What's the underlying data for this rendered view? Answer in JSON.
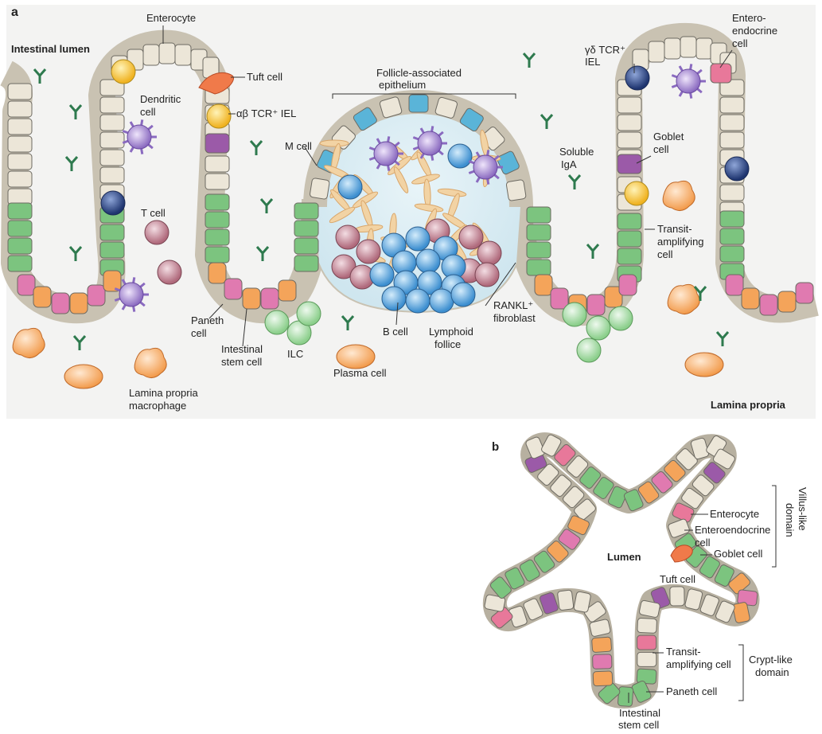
{
  "panel_a": {
    "letter": "a",
    "regions": {
      "lumen": "Intestinal lumen",
      "lamina": "Lamina propria"
    },
    "labels": {
      "enterocyte": "Enterocyte",
      "tuft": "Tuft cell",
      "dendritic": [
        "Dendritic",
        "cell"
      ],
      "ab_iel": "αβ TCR⁺ IEL",
      "t_cell": "T cell",
      "m_cell": "M cell",
      "fae": [
        "Follicle-associated",
        "epithelium"
      ],
      "soluble_iga": [
        "Soluble",
        "IgA"
      ],
      "gd_iel": [
        "γδ TCR⁺",
        "IEL"
      ],
      "enteroendocrine": [
        "Entero-",
        "endocrine",
        "cell"
      ],
      "goblet": [
        "Goblet",
        "cell"
      ],
      "transit": [
        "Transit-",
        "amplifying",
        "cell"
      ],
      "paneth": [
        "Paneth",
        "cell"
      ],
      "stem": [
        "Intestinal",
        "stem cell"
      ],
      "ilc": "ILC",
      "plasma": "Plasma cell",
      "b_cell": "B cell",
      "follicle": [
        "Lymphoid",
        "follice"
      ],
      "rankl": [
        "RANKL⁺",
        "fibroblast"
      ],
      "macrophage": [
        "Lamina propria",
        "macrophage"
      ]
    }
  },
  "panel_b": {
    "letter": "b",
    "lumen": "Lumen",
    "labels": {
      "enterocyte": "Enterocyte",
      "enteroendocrine": [
        "Enteroendocrine",
        "cell"
      ],
      "goblet": "Goblet cell",
      "tuft": "Tuft cell",
      "transit": [
        "Transit-",
        "amplifying cell"
      ],
      "paneth": "Paneth cell",
      "stem": [
        "Intestinal",
        "stem cell"
      ]
    },
    "domains": {
      "villus": [
        "Villus-like",
        "domain"
      ],
      "crypt": [
        "Crypt-like",
        "domain"
      ]
    }
  },
  "colors": {
    "enterocyte": "#ece6d8",
    "crypt_green": "#7cc47f",
    "paneth_orange": "#f4a45a",
    "stem_pink": "#e07ab0",
    "goblet_purple": "#9b5aa8",
    "m_cell_blue": "#5ab4d8",
    "enteroendocrine_pink": "#e8789a",
    "b_cell": "#4a9ad8",
    "t_cell": "#c07c8c",
    "dendritic": "#9a7ac8",
    "ab_iel": "#f5c83a",
    "gd_iel": "#2f4f8f",
    "ilc": "#9ad49a",
    "macrophage": "#f4a45a",
    "antibody": "#2e7a4e",
    "fibroblast": "#f2d3a4"
  }
}
